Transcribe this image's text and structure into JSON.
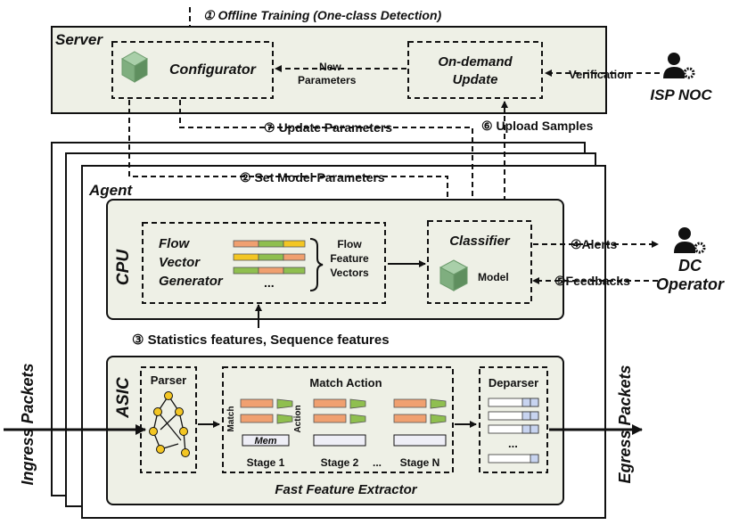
{
  "top": {
    "step1": "① Offline Training (One-class Detection)"
  },
  "server": {
    "title": "Server",
    "configurator": "Configurator",
    "new_params": [
      "New",
      "Parameters"
    ],
    "ondemand": [
      "On-demand",
      "Update"
    ],
    "verification": "Verification"
  },
  "isp": {
    "label": "ISP NOC"
  },
  "steps": {
    "step7": "⑦  Update Parameters",
    "step6": "⑥ Upload Samples",
    "step2": "② Set Model Parameters",
    "step3": "③ Statistics  features, Sequence features",
    "step4": "④Alerts",
    "step5": "⑤Feedbacks"
  },
  "agent": {
    "title": "Agent"
  },
  "cpu": {
    "title": "CPU",
    "fvg": [
      "Flow",
      "Vector",
      "Generator"
    ],
    "ellipsis": "...",
    "ffv": [
      "Flow",
      "Feature",
      "Vectors"
    ],
    "classifier": "Classifier",
    "model": "Model"
  },
  "dc": {
    "label": [
      "DC",
      "Operator"
    ]
  },
  "asic": {
    "title": "ASIC",
    "parser": "Parser",
    "match_action": "Match Action",
    "match": "Match",
    "action": "Action",
    "mem": "Mem",
    "stage1": "Stage 1",
    "stage2": "Stage 2",
    "dots": "...",
    "stageN": "Stage N",
    "deparser": "Deparser",
    "dep_dots": "...",
    "ffe": "Fast Feature Extractor"
  },
  "side": {
    "ingress": "Ingress  Packets",
    "egress": "Egress  Packets"
  },
  "colors": {
    "box_fill": "#eef0e6",
    "green": "#8fbf4f",
    "orange": "#f0a070",
    "yellow": "#f3c623",
    "cube": "#7fae7f"
  }
}
